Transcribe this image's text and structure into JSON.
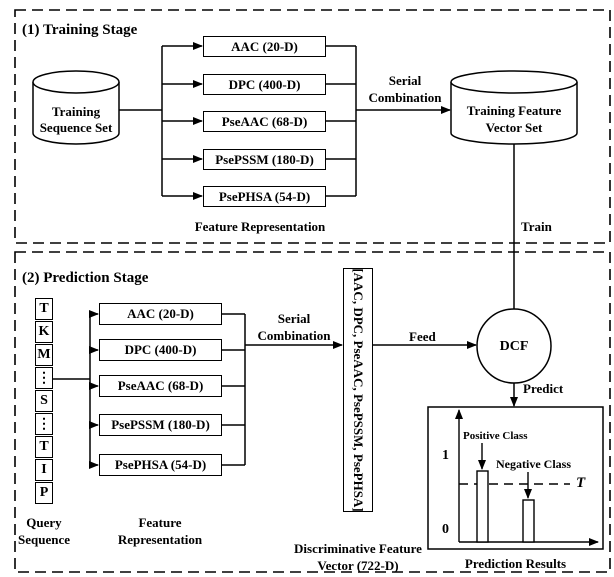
{
  "training": {
    "title": "(1) Training Stage",
    "dataset": [
      "Training",
      "Sequence Set"
    ],
    "features": [
      "AAC (20-D)",
      "DPC (400-D)",
      "PseAAC (68-D)",
      "PsePSSM (180-D)",
      "PsePHSA (54-D)"
    ],
    "feature_caption": "Feature Representation",
    "combine_label": [
      "Serial",
      "Combination"
    ],
    "output": [
      "Training Feature",
      "Vector Set"
    ],
    "train_label": "Train"
  },
  "prediction": {
    "title": "(2) Prediction Stage",
    "query_residues": [
      "T",
      "K",
      "M",
      "⋮",
      "S",
      "⋮",
      "T",
      "I",
      "P"
    ],
    "query_caption": [
      "Query",
      "Sequence"
    ],
    "features": [
      "AAC (20-D)",
      "DPC (400-D)",
      "PseAAC (68-D)",
      "PsePSSM (180-D)",
      "PsePHSA (54-D)"
    ],
    "feature_caption": [
      "Feature",
      "Representation"
    ],
    "combine_label": [
      "Serial",
      "Combination"
    ],
    "vector_text": "[AAC, DPC, PseAAC, PsePSSM, PsePHSA]",
    "vector_caption": [
      "Discriminative Feature",
      "Vector (722-D)"
    ],
    "feed_label": "Feed",
    "classifier": "DCF",
    "predict_label": "Predict"
  },
  "results": {
    "y_tick_1": "1",
    "y_tick_0": "0",
    "positive_label": "Positive Class",
    "negative_label": "Negative Class",
    "threshold_label": "T",
    "caption": "Prediction Results"
  }
}
